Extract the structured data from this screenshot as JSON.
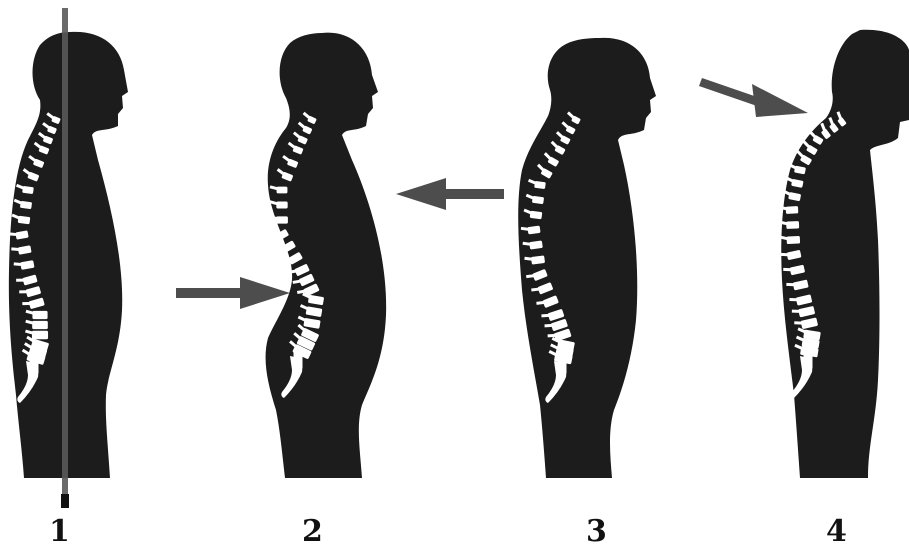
{
  "figures": [
    {
      "label": "1"
    },
    {
      "label": "2"
    },
    {
      "label": "3"
    },
    {
      "label": "4"
    }
  ],
  "colors": {
    "silhouette": "#1c1c1c",
    "spine": "#ffffff",
    "arrow": "#4d4d4d",
    "plumb_line": "#5a5a5a",
    "background": "#ffffff"
  }
}
